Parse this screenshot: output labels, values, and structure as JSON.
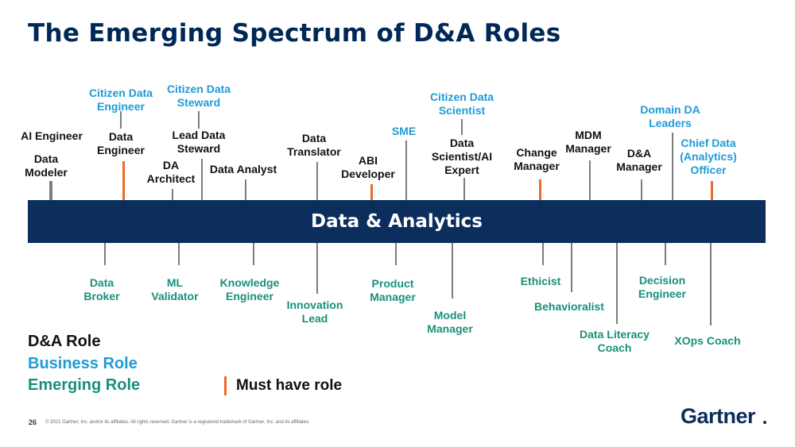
{
  "title": "The Emerging Spectrum of D&A Roles",
  "band_label": "Data & Analytics",
  "roles_above": [
    {
      "label": "AI Engineer",
      "type": "dark"
    },
    {
      "label": "Data\nModeler",
      "type": "dark"
    },
    {
      "label": "Citizen Data\nEngineer",
      "type": "blue"
    },
    {
      "label": "Data\nEngineer",
      "type": "dark",
      "must": true
    },
    {
      "label": "DA\nArchitect",
      "type": "dark"
    },
    {
      "label": "Citizen Data\nSteward",
      "type": "blue"
    },
    {
      "label": "Lead Data\nSteward",
      "type": "dark"
    },
    {
      "label": "Data Analyst",
      "type": "dark"
    },
    {
      "label": "Data\nTranslator",
      "type": "dark"
    },
    {
      "label": "ABI\nDeveloper",
      "type": "dark",
      "must": true
    },
    {
      "label": "SME",
      "type": "blue"
    },
    {
      "label": "Citizen Data\nScientist",
      "type": "blue"
    },
    {
      "label": "Data\nScientist/AI\nExpert",
      "type": "dark"
    },
    {
      "label": "Change\nManager",
      "type": "dark",
      "must": true
    },
    {
      "label": "MDM\nManager",
      "type": "dark"
    },
    {
      "label": "D&A\nManager",
      "type": "dark"
    },
    {
      "label": "Domain DA\nLeaders",
      "type": "blue"
    },
    {
      "label": "Chief Data\n(Analytics)\nOfficer",
      "type": "blue",
      "must": true
    }
  ],
  "roles_below": [
    {
      "label": "Data\nBroker",
      "type": "green"
    },
    {
      "label": "ML\nValidator",
      "type": "green"
    },
    {
      "label": "Knowledge\nEngineer",
      "type": "green"
    },
    {
      "label": "Innovation\nLead",
      "type": "green"
    },
    {
      "label": "Product\nManager",
      "type": "green"
    },
    {
      "label": "Model\nManager",
      "type": "green"
    },
    {
      "label": "Ethicist",
      "type": "green"
    },
    {
      "label": "Behavioralist",
      "type": "green"
    },
    {
      "label": "Data Literacy\nCoach",
      "type": "green"
    },
    {
      "label": "Decision\nEngineer",
      "type": "green"
    },
    {
      "label": "XOps Coach",
      "type": "green"
    }
  ],
  "legend": {
    "dna_role": "D&A Role",
    "business_role": "Business Role",
    "emerging_role": "Emerging Role",
    "must_have": "Must have role"
  },
  "colors": {
    "dark": "#111111",
    "blue": "#1e9bd7",
    "green": "#18907a",
    "must": "#ee6a2a",
    "band": "#0b2e5c"
  },
  "footer": {
    "page_number": "26",
    "copyright": "© 2021 Gartner, Inc. and/or its affiliates. All rights reserved. Gartner is a registered trademark of Gartner, Inc. and its affiliates."
  },
  "logo": "Gartner"
}
